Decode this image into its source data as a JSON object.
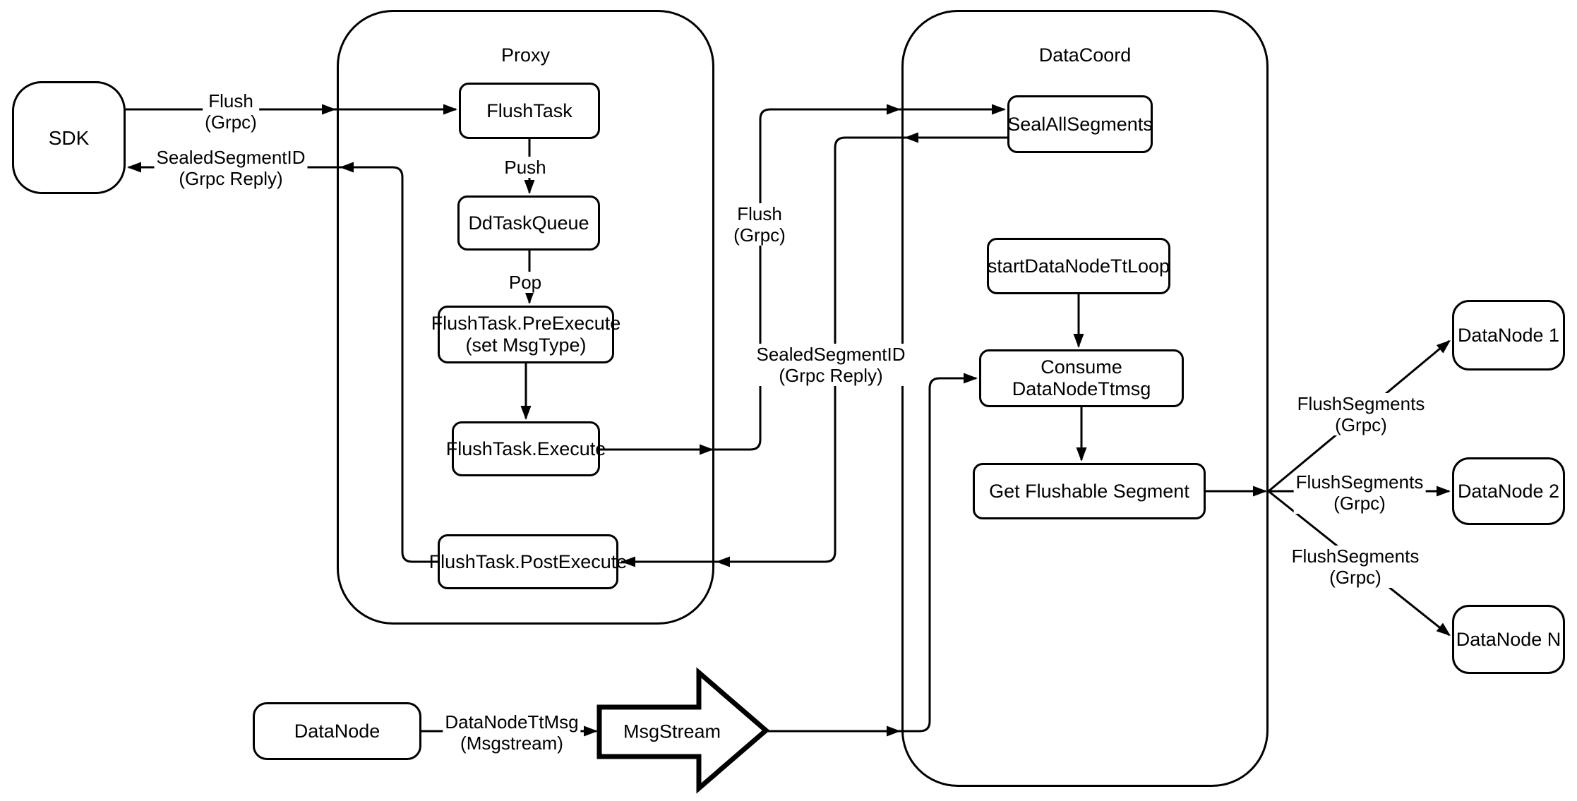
{
  "diagram": {
    "containers": {
      "proxy": "Proxy",
      "data_coord": "DataCoord"
    },
    "nodes": {
      "sdk": "SDK",
      "flush_task": "FlushTask",
      "dd_task_queue": "DdTaskQueue",
      "pre_execute_line1": "FlushTask.PreExecute",
      "pre_execute_line2": "(set MsgType)",
      "execute": "FlushTask.Execute",
      "post_execute": "FlushTask.PostExecute",
      "seal_all_segments": "SealAllSegments",
      "start_data_node_tt_loop": "startDataNodeTtLoop",
      "consume_data_node_ttmsg": "Consume DataNodeTtmsg",
      "get_flushable_segment": "Get Flushable Segment",
      "data_node_1": "DataNode 1",
      "data_node_2": "DataNode 2",
      "data_node_n": "DataNode N",
      "data_node_source": "DataNode",
      "msg_stream": "MsgStream"
    },
    "edge_labels": {
      "flush_line1": "Flush",
      "flush_line2": "(Grpc)",
      "sealed_line1": "SealedSegmentID",
      "sealed_line2": "(Grpc Reply)",
      "push": "Push",
      "pop": "Pop",
      "flush_segments_line1": "FlushSegments",
      "flush_segments_line2": "(Grpc)",
      "data_node_tt_line1": "DataNodeTtMsg",
      "data_node_tt_line2": "(Msgstream)"
    },
    "colors": {
      "stroke": "#000000",
      "background": "#ffffff"
    }
  }
}
